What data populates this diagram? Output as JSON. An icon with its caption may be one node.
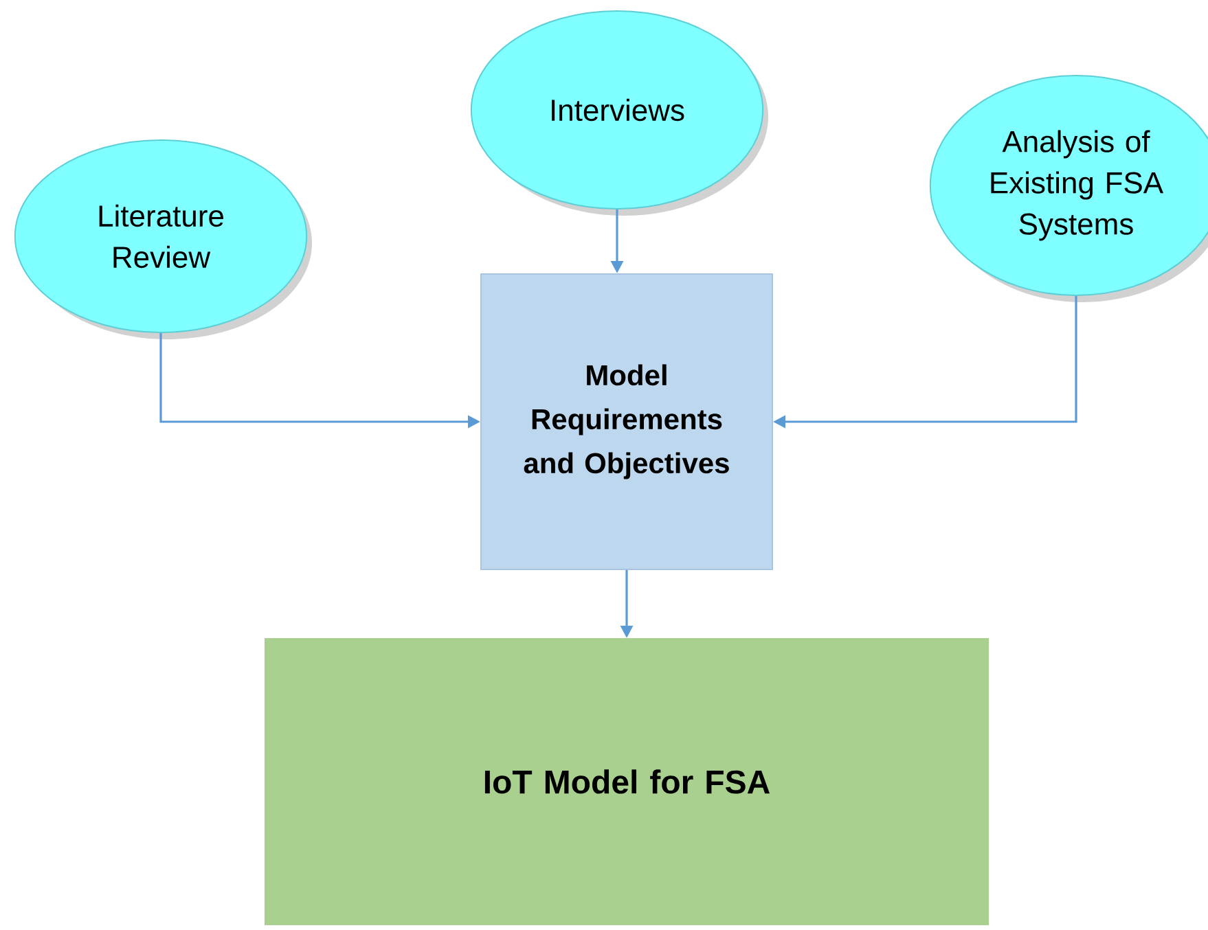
{
  "diagram": {
    "nodes": [
      {
        "text": [
          "Literature Review"
        ]
      },
      {
        "text": [
          "Interviews"
        ]
      },
      {
        "text": [
          "Analysis of Existing FSA Systems"
        ]
      },
      {
        "text": [
          "Model Requirements and Objectives"
        ]
      },
      {
        "text": [
          "IoT Model for FSA"
        ]
      }
    ],
    "edges": [
      {
        "from": 0,
        "to": 3,
        "arrow": "to"
      },
      {
        "from": 1,
        "to": 3,
        "arrow": "to"
      },
      {
        "from": 2,
        "to": 3,
        "arrow": "to"
      },
      {
        "from": 3,
        "to": 4,
        "arrow": "to"
      }
    ]
  }
}
